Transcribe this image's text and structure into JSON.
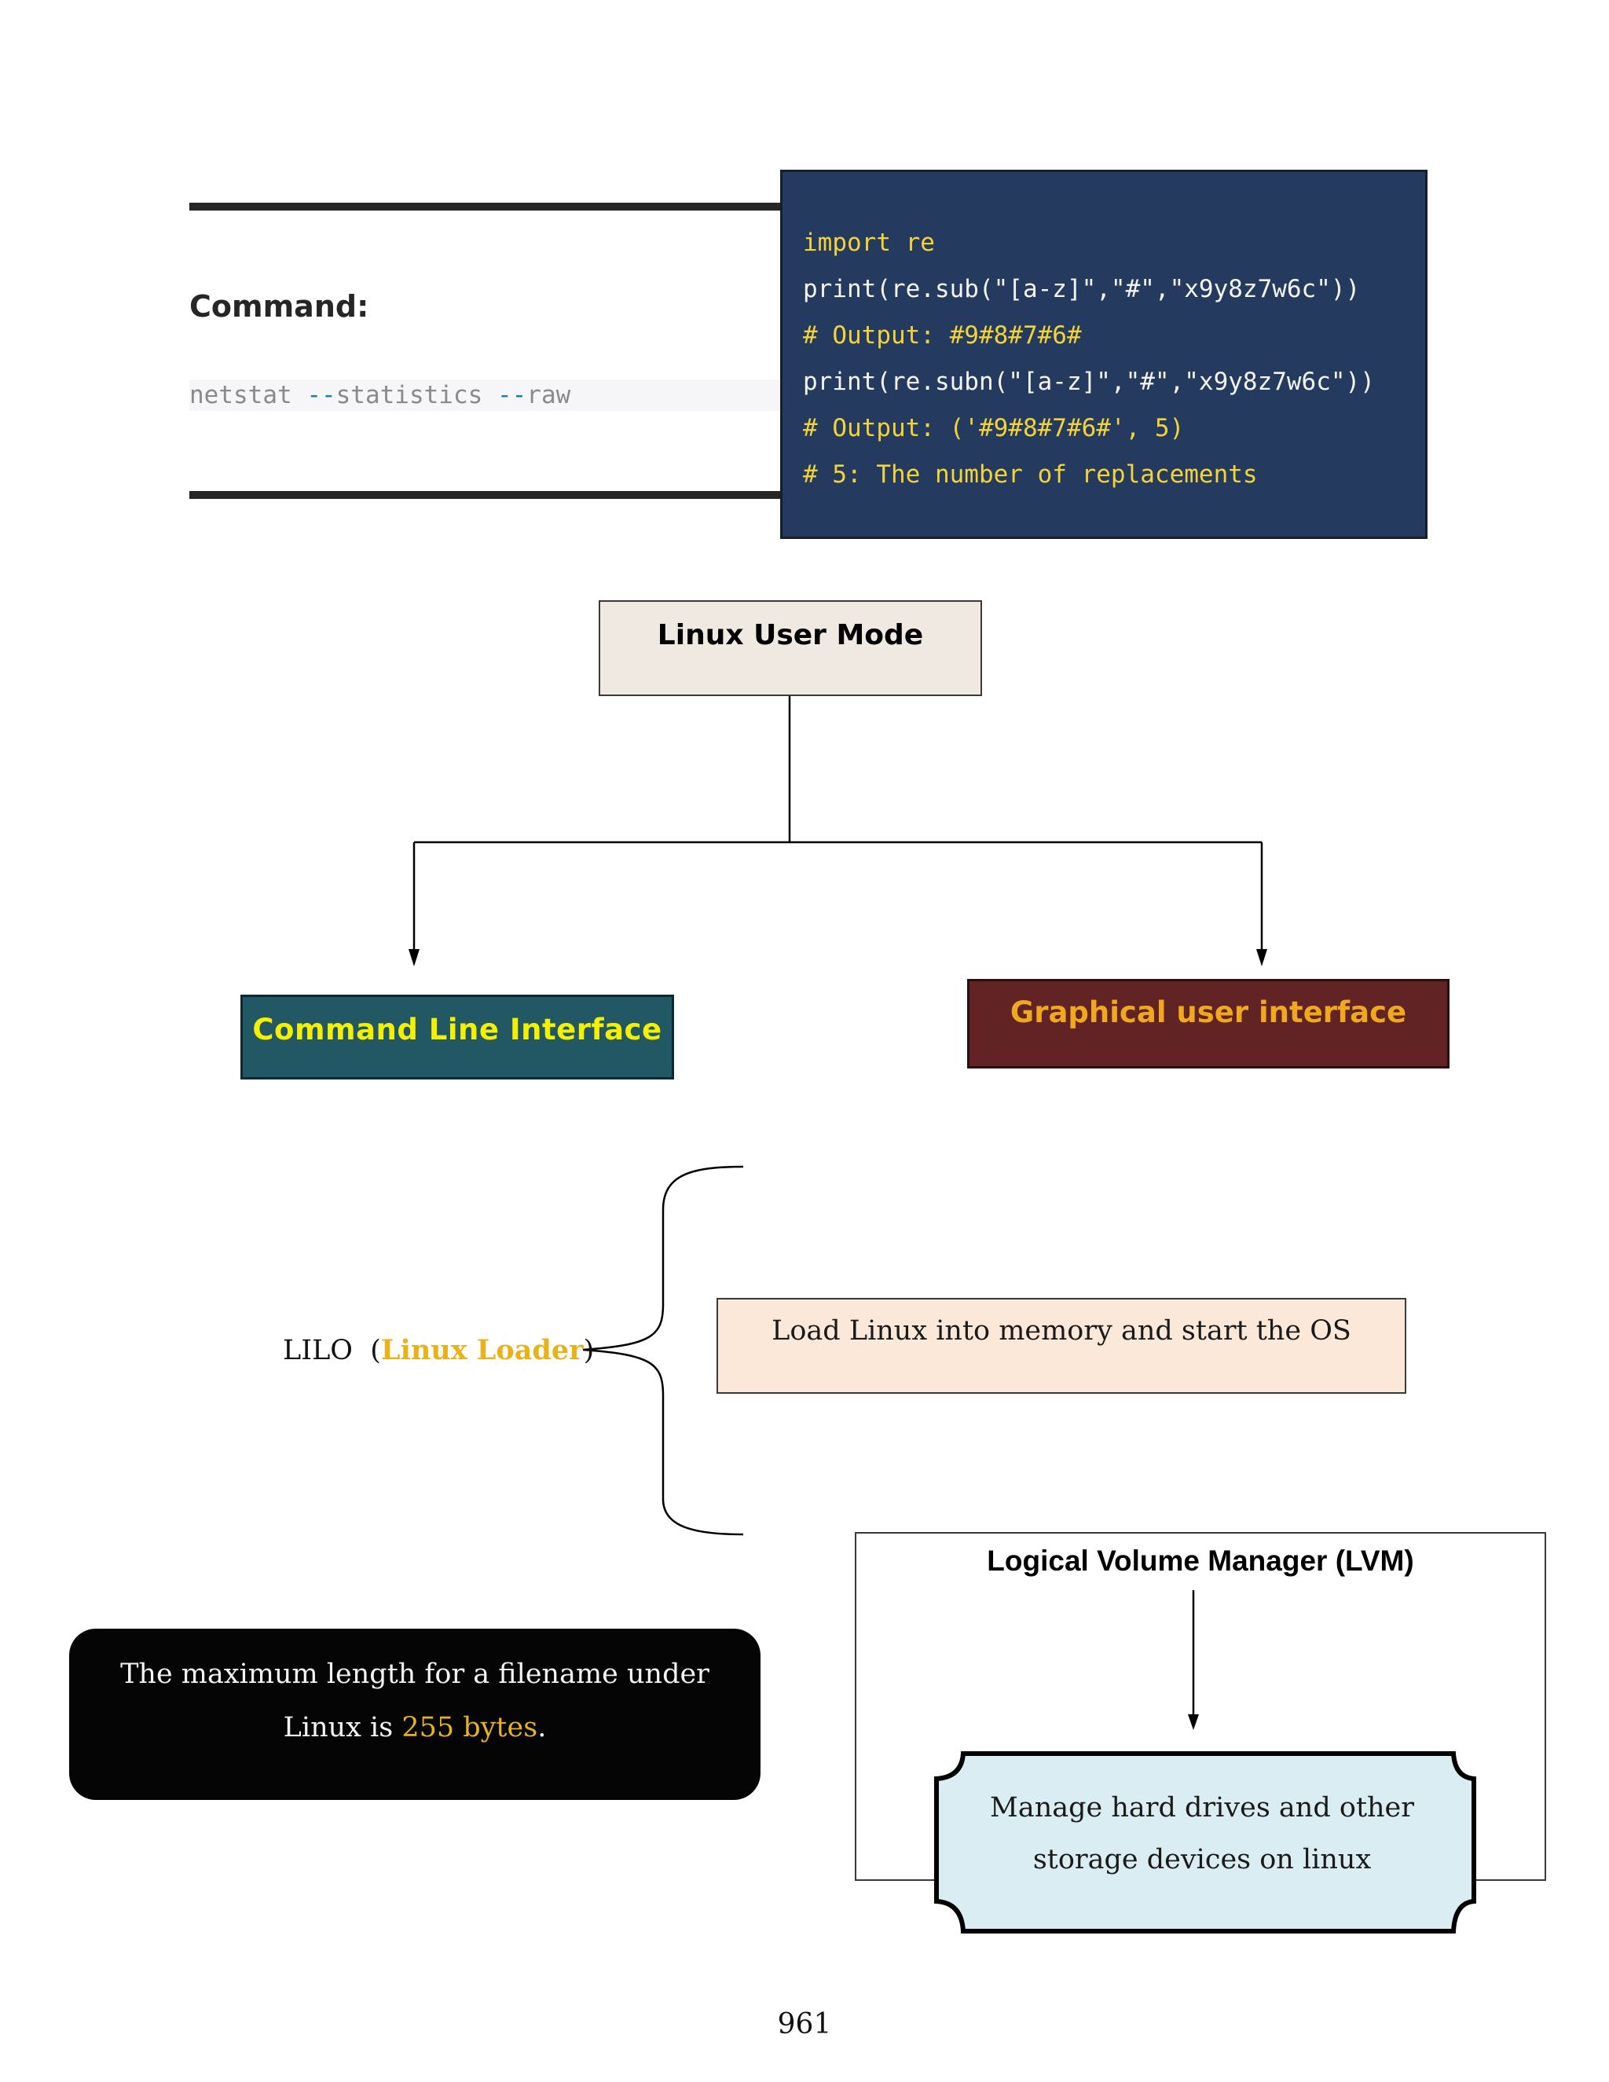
{
  "command_panel": {
    "label": "Command:",
    "code_cmd": "netstat ",
    "code_flag1": "--",
    "code_arg1": "statistics ",
    "code_flag2": "--",
    "code_arg2": "raw"
  },
  "code_block": {
    "lines": [
      "import re",
      "print(re.sub(\"[a-z]\",\"#\",\"x9y8z7w6c\"))",
      "# Output: #9#8#7#6#",
      "print(re.subn(\"[a-z]\",\"#\",\"x9y8z7w6c\"))",
      "# Output: ('#9#8#7#6#', 5)",
      "# 5: The number of replacements"
    ],
    "colors": {
      "background": "#243a5e",
      "keyword": "#f2d43a",
      "text": "#f4f4f4"
    }
  },
  "user_mode_diagram": {
    "root": "Linux User Mode",
    "left": "Command Line Interface",
    "right": "Graphical user interface",
    "colors": {
      "cli_bg": "#215863",
      "cli_text": "#f4f000",
      "gui_bg": "#612324",
      "gui_text": "#f0a81e"
    }
  },
  "lilo": {
    "label_prefix": "LILO  (",
    "label_highlight": "Linux Loader",
    "label_suffix": ")",
    "description": "Load Linux into memory and start the OS"
  },
  "filename_note": {
    "line1": "The maximum length for a filename under",
    "line2_prefix": "Linux is ",
    "line2_highlight": "255 bytes",
    "line2_suffix": "."
  },
  "lvm": {
    "title": "Logical Volume Manager (LVM)",
    "line1": "Manage hard drives and other",
    "line2": "storage devices on linux"
  },
  "page_number": "961"
}
